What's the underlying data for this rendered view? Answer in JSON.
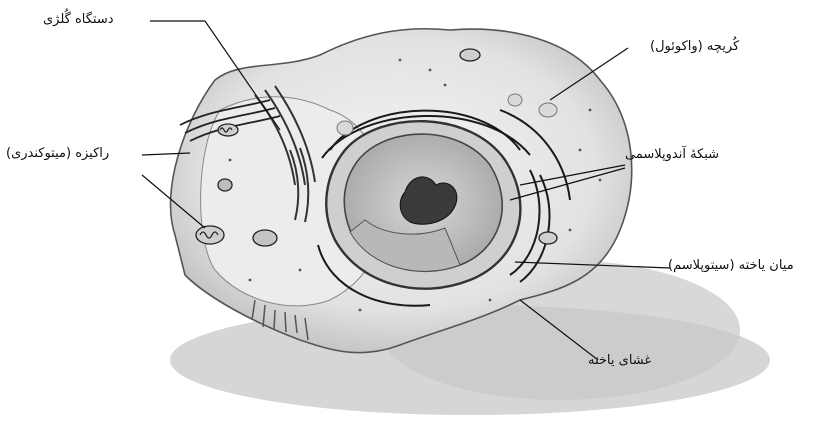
{
  "labels": {
    "golgi": "دستگاه گُلژی",
    "vacuole": "کُریچه (واکوئول)",
    "mitochondria": "راکیزه (میتوکندری)",
    "er": "شبکهٔ آندوپلاسمی",
    "cytoplasm": "میان یاخته (سیتوپلاسم)",
    "membrane": "غشای یاخته"
  }
}
